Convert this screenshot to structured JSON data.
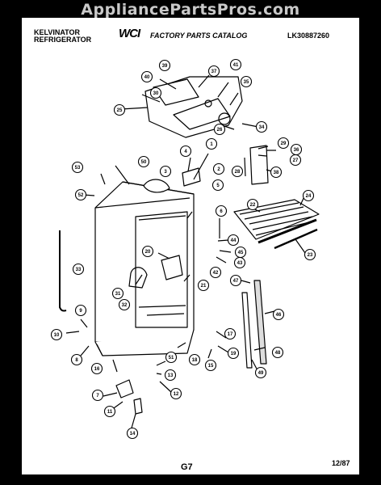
{
  "watermark": "AppliancePartsPros.com",
  "header": {
    "brand_line1": "KELVINATOR",
    "brand_line2": "REFRIGERATOR",
    "logo_text": "WCI",
    "catalog_title": "FACTORY PARTS CATALOG",
    "model_number": "LK30887260"
  },
  "footer": {
    "page_code": "G7",
    "date": "12/87"
  },
  "callouts": [
    "1",
    "2",
    "3",
    "4",
    "5",
    "6",
    "7",
    "8",
    "9",
    "10",
    "11",
    "12",
    "13",
    "14",
    "15",
    "16",
    "17",
    "18",
    "19",
    "20",
    "21",
    "22",
    "23",
    "24",
    "25",
    "26",
    "27",
    "28",
    "29",
    "30",
    "31",
    "32",
    "33",
    "34",
    "35",
    "36",
    "37",
    "38",
    "39",
    "40",
    "41",
    "42",
    "43",
    "44",
    "45",
    "46",
    "47",
    "48",
    "49",
    "50",
    "51",
    "52",
    "53"
  ]
}
